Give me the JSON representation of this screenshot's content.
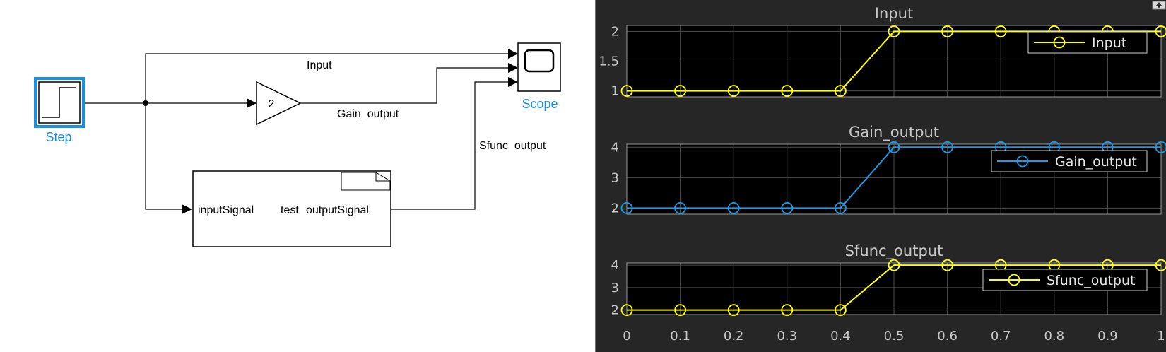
{
  "diagram": {
    "blocks": {
      "step": "Step",
      "gain_value": "2",
      "scope": "Scope",
      "sfunc_input_port": "inputSignal",
      "sfunc_name": "test",
      "sfunc_output_port": "outputSignal"
    },
    "signals": {
      "input": "Input",
      "gain_output": "Gain_output",
      "sfunc_output": "Sfunc_output"
    }
  },
  "colors": {
    "selected_block": "#1a8fe3",
    "scope_background": "#262626",
    "axes_background": "#000000",
    "grid": "#4d4d4d",
    "yellow_series": "#ffff00",
    "blue_series": "#1a9be6"
  },
  "chart_data": [
    {
      "type": "line",
      "title": "Input",
      "x": [
        0,
        0.1,
        0.2,
        0.3,
        0.4,
        0.5,
        0.6,
        0.7,
        0.8,
        0.9,
        1
      ],
      "series": [
        {
          "name": "Input",
          "values": [
            1,
            1,
            1,
            1,
            1,
            2,
            2,
            2,
            2,
            2,
            2
          ],
          "color": "#ffff00",
          "marker": "circle"
        }
      ],
      "xlim": [
        0,
        1
      ],
      "ylim": [
        0.9,
        2.1
      ],
      "yticks": [
        "1",
        "1.5",
        "2"
      ],
      "xticklabels": [],
      "grid": true,
      "legend_position": "top-right"
    },
    {
      "type": "line",
      "title": "Gain_output",
      "x": [
        0,
        0.1,
        0.2,
        0.3,
        0.4,
        0.5,
        0.6,
        0.7,
        0.8,
        0.9,
        1
      ],
      "series": [
        {
          "name": "Gain_output",
          "values": [
            2,
            2,
            2,
            2,
            2,
            4,
            4,
            4,
            4,
            4,
            4
          ],
          "color": "#1a9be6",
          "marker": "circle"
        }
      ],
      "xlim": [
        0,
        1
      ],
      "ylim": [
        1.8,
        4.1
      ],
      "yticks": [
        "2",
        "3",
        "4"
      ],
      "xticklabels": [],
      "grid": true,
      "legend_position": "top-right"
    },
    {
      "type": "line",
      "title": "Sfunc_output",
      "x": [
        0,
        0.1,
        0.2,
        0.3,
        0.4,
        0.5,
        0.6,
        0.7,
        0.8,
        0.9,
        1
      ],
      "series": [
        {
          "name": "Sfunc_output",
          "values": [
            2,
            2,
            2,
            2,
            2,
            4,
            4,
            4,
            4,
            4,
            4
          ],
          "color": "#ffff00",
          "marker": "circle"
        }
      ],
      "xlim": [
        0,
        1
      ],
      "ylim": [
        1.8,
        4.1
      ],
      "yticks": [
        "2",
        "3",
        "4"
      ],
      "xticklabels": [
        "0",
        "0.1",
        "0.2",
        "0.3",
        "0.4",
        "0.5",
        "0.6",
        "0.7",
        "0.8",
        "0.9",
        "1"
      ],
      "grid": true,
      "legend_position": "top-right"
    }
  ]
}
